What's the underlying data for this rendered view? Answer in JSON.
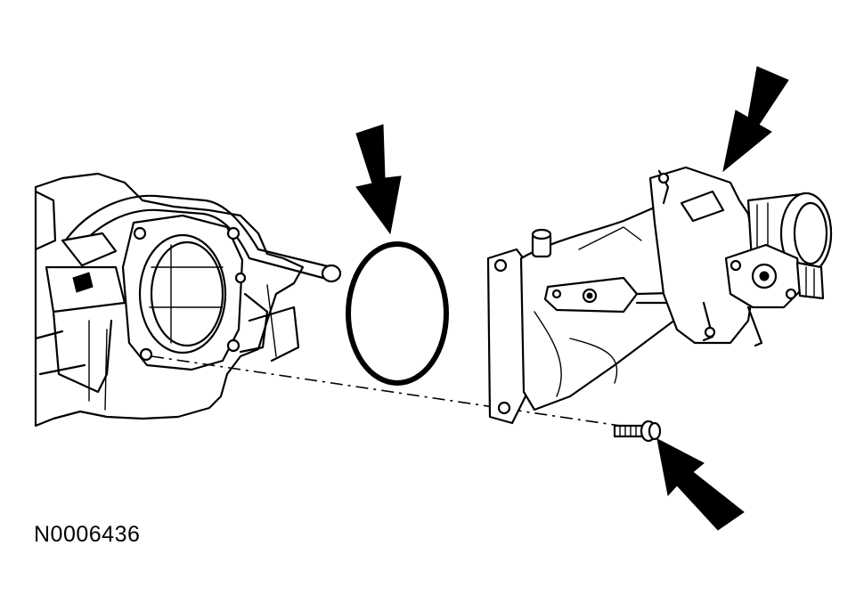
{
  "figure": {
    "id_label": "N0006436"
  },
  "colors": {
    "line": "#000000",
    "background": "#ffffff"
  },
  "parts": [
    {
      "name": "intake-manifold"
    },
    {
      "name": "throttle-body-gasket"
    },
    {
      "name": "throttle-body-assembly"
    },
    {
      "name": "mounting-bolt"
    }
  ],
  "callout_arrows": [
    {
      "points_to": "throttle-body-gasket"
    },
    {
      "points_to": "throttle-body-assembly"
    },
    {
      "points_to": "mounting-bolt"
    }
  ]
}
